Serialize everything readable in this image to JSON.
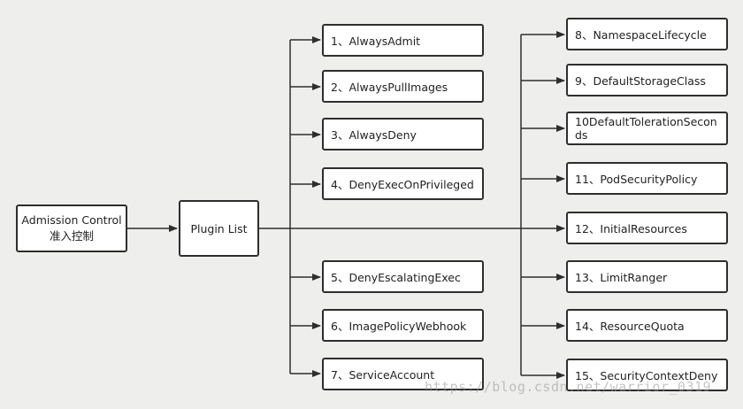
{
  "root": {
    "line1": "Admission Control",
    "line2": "准入控制"
  },
  "hub": {
    "label": "Plugin List"
  },
  "left_plugins": [
    {
      "label": "1、AlwaysAdmit"
    },
    {
      "label": "2、AlwaysPullImages"
    },
    {
      "label": "3、AlwaysDeny"
    },
    {
      "label": "4、DenyExecOnPrivileged"
    },
    {
      "label": "5、DenyEscalatingExec"
    },
    {
      "label": "6、ImagePolicyWebhook"
    },
    {
      "label": "7、ServiceAccount"
    }
  ],
  "right_plugins": [
    {
      "label": "8、NamespaceLifecycle"
    },
    {
      "label": "9、DefaultStorageClass"
    },
    {
      "label": "10DefaultTolerationSeconds"
    },
    {
      "label": "11、PodSecurityPolicy"
    },
    {
      "label": "12、InitialResources"
    },
    {
      "label": "13、LimitRanger"
    },
    {
      "label": "14、ResourceQuota"
    },
    {
      "label": "15、SecurityContextDeny"
    }
  ],
  "watermark": "https://blog.csdn.net/warrior_0319",
  "colors": {
    "line": "#2e2e2e",
    "node_fill": "#ffffff",
    "background": "#eeeeec"
  }
}
